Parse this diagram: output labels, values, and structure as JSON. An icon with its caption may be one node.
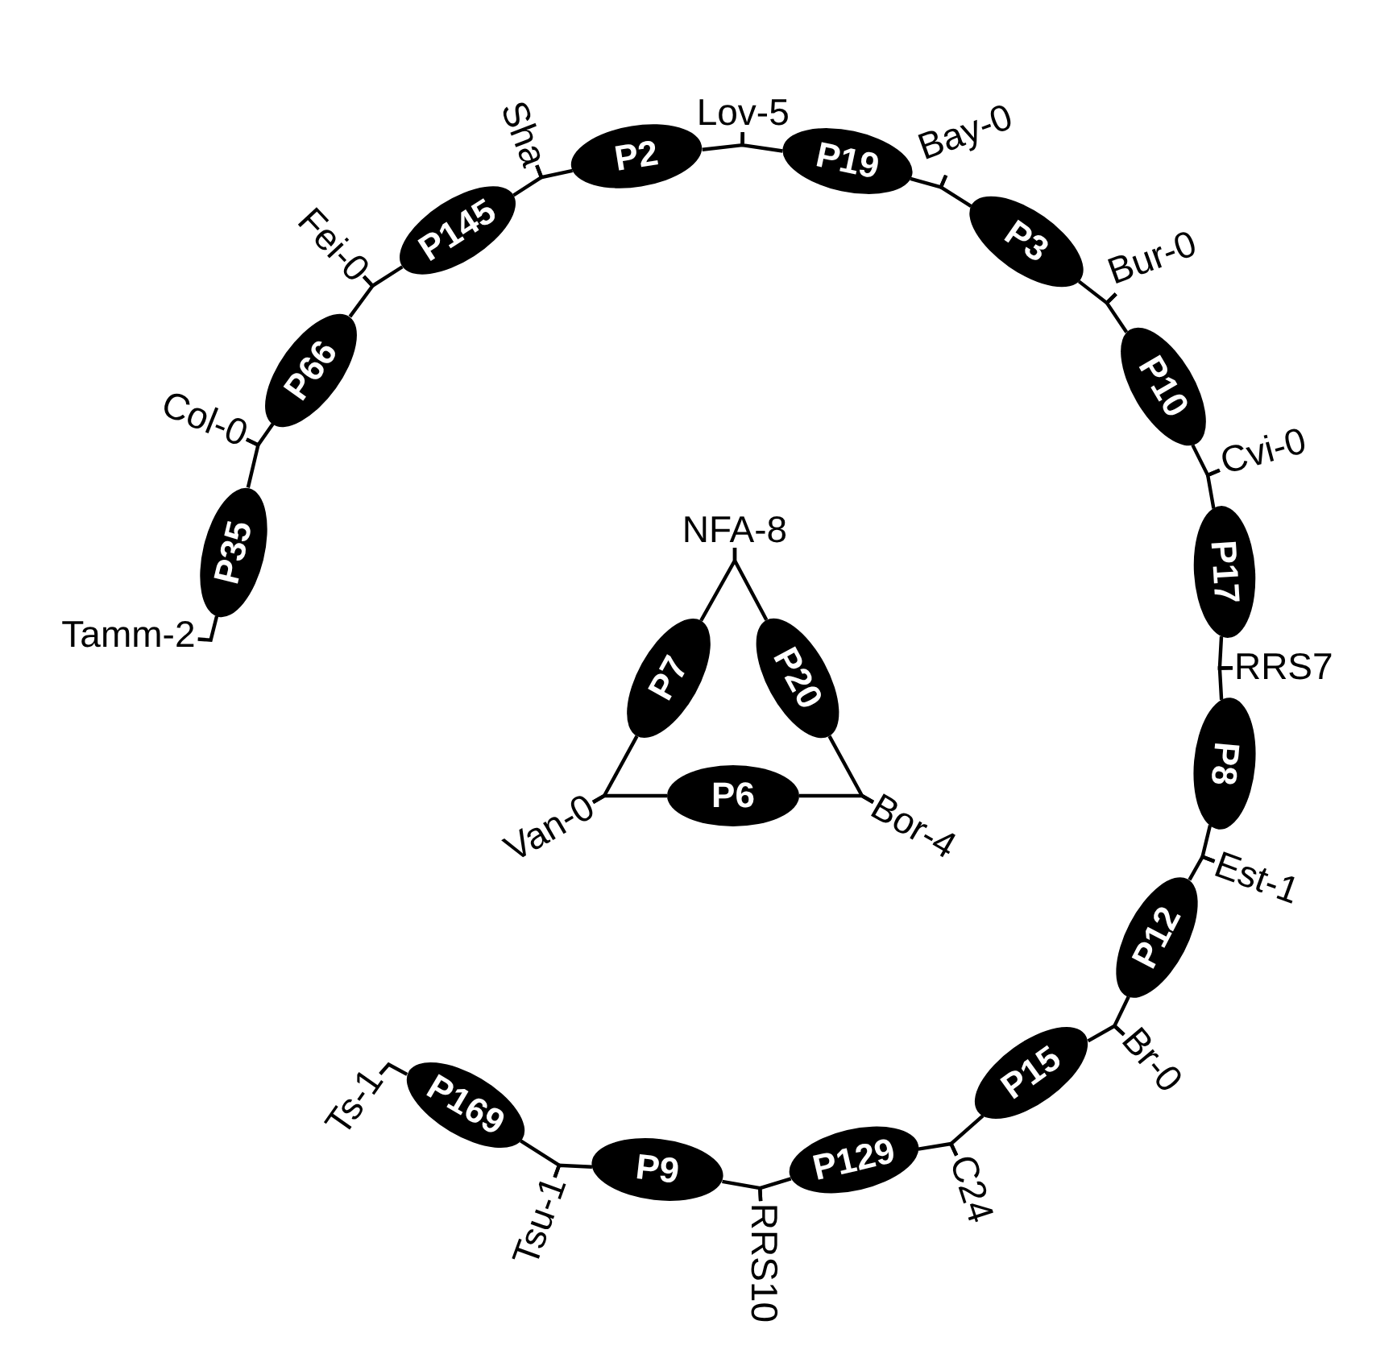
{
  "diagram": {
    "nodes": [
      {
        "text": [
          "Tamm-2"
        ]
      },
      {
        "text": [
          "P35"
        ]
      },
      {
        "text": [
          "Col-0"
        ]
      },
      {
        "text": [
          "P66"
        ]
      },
      {
        "text": [
          "Fei-0"
        ]
      },
      {
        "text": [
          "P145"
        ]
      },
      {
        "text": [
          "Sha"
        ]
      },
      {
        "text": [
          "P2"
        ]
      },
      {
        "text": [
          "Lov-5"
        ]
      },
      {
        "text": [
          "P19"
        ]
      },
      {
        "text": [
          "Bay-0"
        ]
      },
      {
        "text": [
          "P3"
        ]
      },
      {
        "text": [
          "Bur-0"
        ]
      },
      {
        "text": [
          "P10"
        ]
      },
      {
        "text": [
          "Cvi-0"
        ]
      },
      {
        "text": [
          "P17"
        ]
      },
      {
        "text": [
          "RRS7"
        ]
      },
      {
        "text": [
          "P8"
        ]
      },
      {
        "text": [
          "Est-1"
        ]
      },
      {
        "text": [
          "P12"
        ]
      },
      {
        "text": [
          "Br-0"
        ]
      },
      {
        "text": [
          "P15"
        ]
      },
      {
        "text": [
          "C24"
        ]
      },
      {
        "text": [
          "P129"
        ]
      },
      {
        "text": [
          "RRS10"
        ]
      },
      {
        "text": [
          "P9"
        ]
      },
      {
        "text": [
          "Tsu-1"
        ]
      },
      {
        "text": [
          "P169"
        ]
      },
      {
        "text": [
          "Ts-1"
        ]
      },
      {
        "text": [
          "NFA-8"
        ]
      },
      {
        "text": [
          "P7"
        ]
      },
      {
        "text": [
          "Van-0"
        ]
      },
      {
        "text": [
          "P6"
        ]
      },
      {
        "text": [
          "Bor-4"
        ]
      },
      {
        "text": [
          "P20"
        ]
      }
    ],
    "edges": [
      {
        "from": 0,
        "to": 1,
        "arrow": "none"
      },
      {
        "from": 1,
        "to": 2,
        "arrow": "none"
      },
      {
        "from": 2,
        "to": 3,
        "arrow": "none"
      },
      {
        "from": 3,
        "to": 4,
        "arrow": "none"
      },
      {
        "from": 4,
        "to": 5,
        "arrow": "none"
      },
      {
        "from": 5,
        "to": 6,
        "arrow": "none"
      },
      {
        "from": 6,
        "to": 7,
        "arrow": "none"
      },
      {
        "from": 7,
        "to": 8,
        "arrow": "none"
      },
      {
        "from": 8,
        "to": 9,
        "arrow": "none"
      },
      {
        "from": 9,
        "to": 10,
        "arrow": "none"
      },
      {
        "from": 10,
        "to": 11,
        "arrow": "none"
      },
      {
        "from": 11,
        "to": 12,
        "arrow": "none"
      },
      {
        "from": 12,
        "to": 13,
        "arrow": "none"
      },
      {
        "from": 13,
        "to": 14,
        "arrow": "none"
      },
      {
        "from": 14,
        "to": 15,
        "arrow": "none"
      },
      {
        "from": 15,
        "to": 16,
        "arrow": "none"
      },
      {
        "from": 16,
        "to": 17,
        "arrow": "none"
      },
      {
        "from": 17,
        "to": 18,
        "arrow": "none"
      },
      {
        "from": 18,
        "to": 19,
        "arrow": "none"
      },
      {
        "from": 19,
        "to": 20,
        "arrow": "none"
      },
      {
        "from": 20,
        "to": 21,
        "arrow": "none"
      },
      {
        "from": 21,
        "to": 22,
        "arrow": "none"
      },
      {
        "from": 22,
        "to": 23,
        "arrow": "none"
      },
      {
        "from": 23,
        "to": 24,
        "arrow": "none"
      },
      {
        "from": 24,
        "to": 25,
        "arrow": "none"
      },
      {
        "from": 25,
        "to": 26,
        "arrow": "none"
      },
      {
        "from": 26,
        "to": 27,
        "arrow": "none"
      },
      {
        "from": 27,
        "to": 28,
        "arrow": "none"
      },
      {
        "from": 29,
        "to": 30,
        "arrow": "none"
      },
      {
        "from": 30,
        "to": 31,
        "arrow": "none"
      },
      {
        "from": 31,
        "to": 32,
        "arrow": "none"
      },
      {
        "from": 32,
        "to": 33,
        "arrow": "none"
      },
      {
        "from": 33,
        "to": 34,
        "arrow": "none"
      },
      {
        "from": 34,
        "to": 29,
        "arrow": "none"
      }
    ]
  }
}
